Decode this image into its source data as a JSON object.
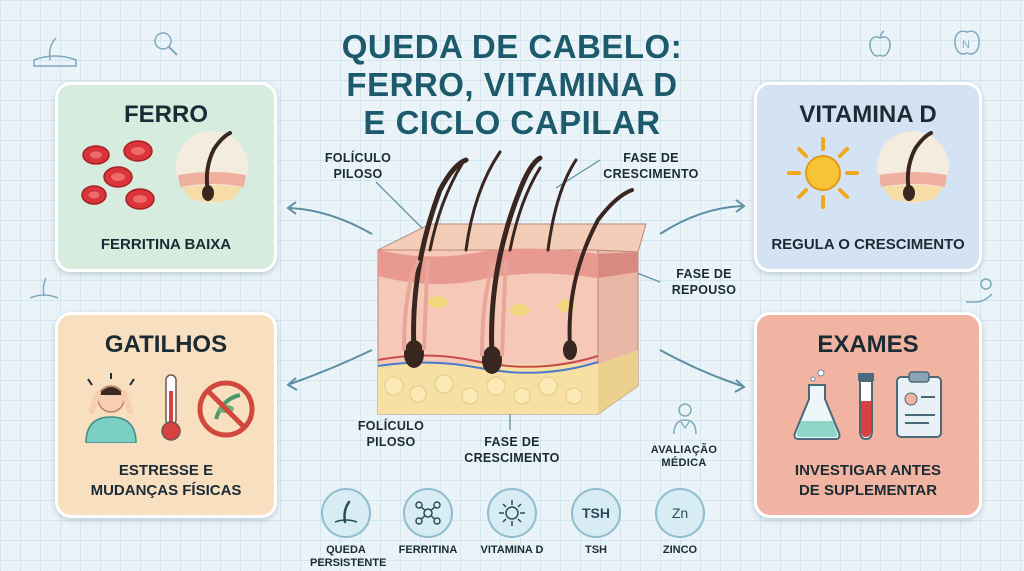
{
  "title": {
    "line1": "QUEDA DE CABELO:",
    "line2": "FERRO, VITAMINA D",
    "line3": "E CICLO CAPILAR"
  },
  "cards": {
    "ferro": {
      "heading": "FERRO",
      "caption": "FERRITINA BAIXA",
      "bg": "#d6ecdf"
    },
    "vitamina": {
      "heading": "VITAMINA D",
      "caption": "REGULA O CRESCIMENTO",
      "bg": "#d3e3f3"
    },
    "gatilhos": {
      "heading": "GATILHOS",
      "caption_line1": "ESTRESSE E",
      "caption_line2": "MUDANÇAS FÍSICAS",
      "bg": "#f7dfc0"
    },
    "exames": {
      "heading": "EXAMES",
      "caption_line1": "INVESTIGAR ANTES",
      "caption_line2": "DE SUPLEMENTAR",
      "bg": "#f2b4a2"
    }
  },
  "diagram_labels": {
    "foliculo_top_1": "FOLÍCULO",
    "foliculo_top_2": "PILOSO",
    "fase_cresc_top_1": "FASE DE",
    "fase_cresc_top_2": "CRESCIMENTO",
    "fase_repouso_1": "FASE DE",
    "fase_repouso_2": "REPOUSO",
    "foliculo_bottom_1": "FOLÍCULO",
    "foliculo_bottom_2": "PILOSO",
    "fase_cresc_bottom_1": "FASE DE",
    "fase_cresc_bottom_2": "CRESCIMENTO",
    "avaliacao_1": "AVALIAÇÃO",
    "avaliacao_2": "MÉDICA"
  },
  "bottom_items": [
    {
      "label_line1": "QUEDA",
      "label_line2": "PERSISTENTE",
      "icon": "hair-icon"
    },
    {
      "label_line1": "FERRITINA",
      "label_line2": "",
      "icon": "molecule-icon"
    },
    {
      "label_line1": "VITAMINA D",
      "label_line2": "",
      "icon": "sun-icon"
    },
    {
      "label_line1": "TSH",
      "label_line2": "",
      "icon_text": "TSH"
    },
    {
      "label_line1": "ZINCO",
      "label_line2": "",
      "icon_text": "Zn"
    }
  ]
}
